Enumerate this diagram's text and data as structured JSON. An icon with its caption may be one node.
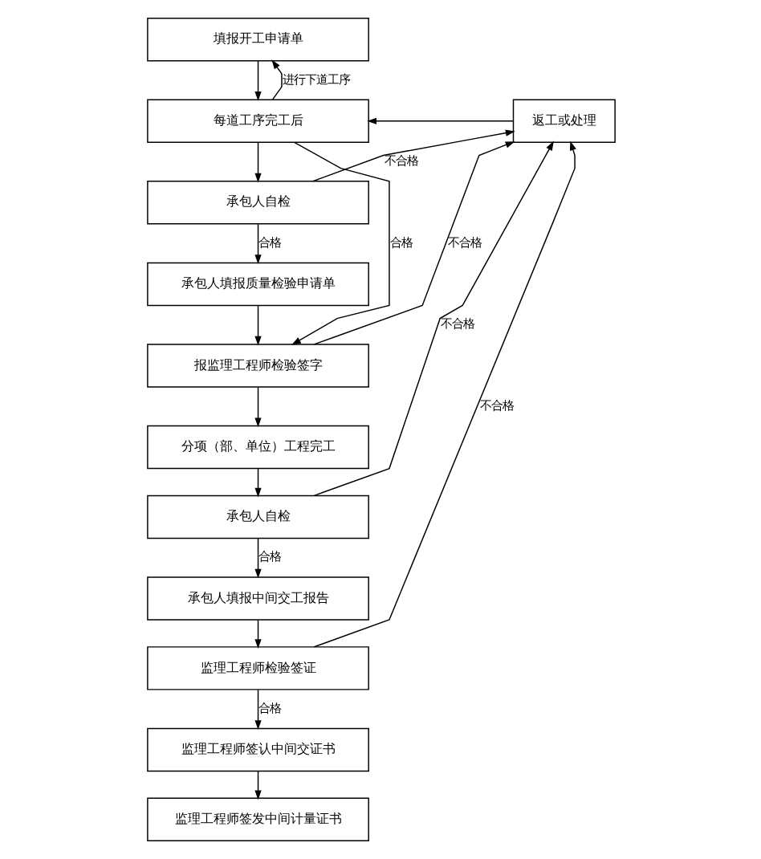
{
  "diagram": {
    "nodes": [
      {
        "text": [
          "填报开工申请单"
        ]
      },
      {
        "text": [
          "返工或处理"
        ]
      },
      {
        "text": [
          "每道工序完工后"
        ]
      },
      {
        "text": [
          "承包人自检"
        ]
      },
      {
        "text": [
          "承包人填报质量检验申请单"
        ]
      },
      {
        "text": [
          "报监理工程师检验签字"
        ]
      },
      {
        "text": [
          "分项（部、单位）工程完工"
        ]
      },
      {
        "text": [
          "承包人自检"
        ]
      },
      {
        "text": [
          "承包人填报中间交工报告"
        ]
      },
      {
        "text": [
          "监理工程师检验签证"
        ]
      },
      {
        "text": [
          "监理工程师签认中间交证书"
        ]
      },
      {
        "text": [
          "监理工程师签发中间计量证书"
        ]
      }
    ],
    "edges": [
      {
        "from": 0,
        "to": 2,
        "arrow": "to"
      },
      {
        "from": 1,
        "to": 2,
        "arrow": "to"
      },
      {
        "from": 2,
        "to": 0,
        "arrow": "to",
        "label": "进行下道工序"
      },
      {
        "from": 2,
        "to": 3,
        "arrow": "to"
      },
      {
        "from": 3,
        "to": 1,
        "arrow": "to",
        "label": "不合格"
      },
      {
        "from": 3,
        "to": 4,
        "arrow": "to",
        "label": "合格"
      },
      {
        "from": 4,
        "to": 5,
        "arrow": "to"
      },
      {
        "from": 2,
        "to": 5,
        "arrow": "to",
        "label": "合格"
      },
      {
        "from": 5,
        "to": 1,
        "arrow": "to",
        "label": "不合格"
      },
      {
        "from": 5,
        "to": 6,
        "arrow": "to"
      },
      {
        "from": 6,
        "to": 7,
        "arrow": "to"
      },
      {
        "from": 7,
        "to": 1,
        "arrow": "to",
        "label": "不合格"
      },
      {
        "from": 7,
        "to": 8,
        "arrow": "to",
        "label": "合格"
      },
      {
        "from": 8,
        "to": 9,
        "arrow": "to"
      },
      {
        "from": 9,
        "to": 1,
        "arrow": "to",
        "label": "不合格"
      },
      {
        "from": 9,
        "to": 10,
        "arrow": "to",
        "label": "合格"
      },
      {
        "from": 10,
        "to": 11,
        "arrow": "to"
      }
    ]
  }
}
